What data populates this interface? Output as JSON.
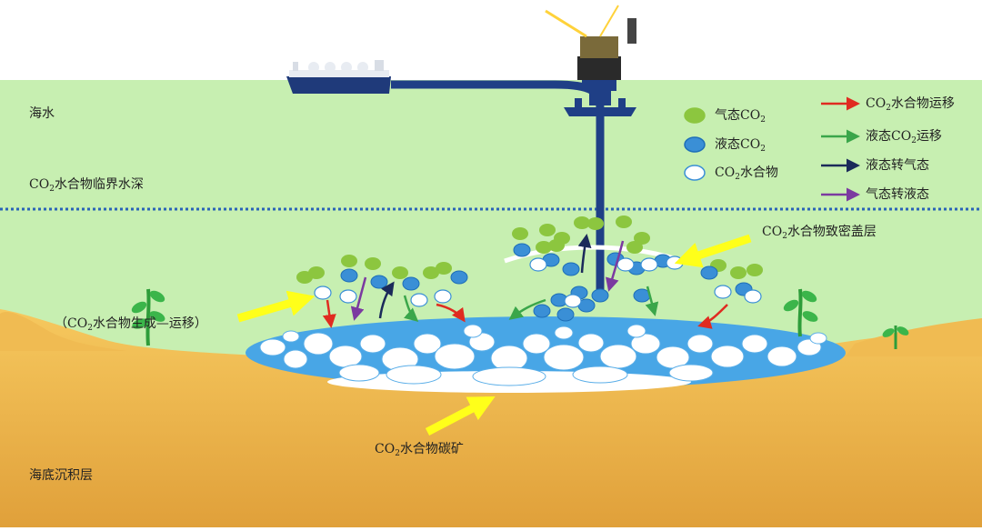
{
  "labels": {
    "seawater": "海水",
    "critical_depth_pre": "CO",
    "critical_depth_sub": "2",
    "critical_depth_post": "水合物临界水深",
    "cap_layer_pre": "CO",
    "cap_layer_sub": "2",
    "cap_layer_post": "水合物致密盖层",
    "formation_pre": "（CO",
    "formation_sub": "2",
    "formation_post": "水合物生成—运移）",
    "mine_pre": "CO",
    "mine_sub": "2",
    "mine_post": "水合物碳矿",
    "sediment": "海底沉积层"
  },
  "legend_states": [
    {
      "pre": "气态CO",
      "sub": "2",
      "post": "",
      "color": "#8cc63f",
      "stroke": "#8cc63f",
      "icon": "gas-co2-icon"
    },
    {
      "pre": "液态CO",
      "sub": "2",
      "post": "",
      "color": "#3a8fd6",
      "stroke": "#1e6fb8",
      "icon": "liquid-co2-icon"
    },
    {
      "pre": "CO",
      "sub": "2",
      "post": "水合物",
      "color": "#ffffff",
      "stroke": "#3a8fd6",
      "icon": "hydrate-co2-icon"
    }
  ],
  "legend_arrows": [
    {
      "pre": "CO",
      "sub": "2",
      "post": "水合物运移",
      "color": "#e02b20",
      "icon": "red-arrow-icon"
    },
    {
      "pre": "液态CO",
      "sub": "2",
      "post": "运移",
      "color": "#3aa64a",
      "icon": "green-arrow-icon"
    },
    {
      "pre": "液态转气态",
      "sub": "",
      "post": "",
      "color": "#1b2a5a",
      "icon": "navy-arrow-icon"
    },
    {
      "pre": "气态转液态",
      "sub": "",
      "post": "",
      "color": "#7b3aa0",
      "icon": "purple-arrow-icon"
    }
  ],
  "colors": {
    "seawater": "#c7efb1",
    "sky": "#ffffff",
    "sediment_top": "#f4c25a",
    "sediment_bottom": "#e2a23a",
    "pipe": "#1f3f86",
    "dotted_line": "#2a63b8",
    "callout_arrow": "#ffff1a"
  }
}
